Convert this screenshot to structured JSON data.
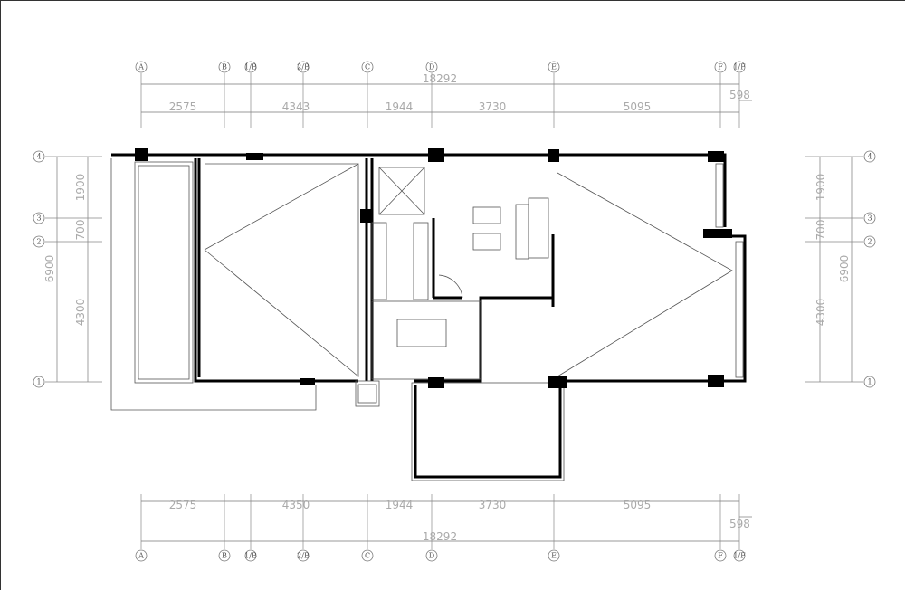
{
  "axes_top": [
    "A",
    "B",
    "1/B",
    "2/B",
    "C",
    "D",
    "E",
    "F",
    "1/F"
  ],
  "axes_side": [
    "4",
    "3",
    "2",
    "1"
  ],
  "dims_top": {
    "total": "18292",
    "segments": [
      "2575",
      "4343",
      "1944",
      "3730",
      "5095"
    ],
    "extra": "598"
  },
  "dims_bottom": {
    "total": "18292",
    "segments": [
      "2575",
      "4350",
      "1944",
      "3730",
      "5095"
    ],
    "extra": "598"
  },
  "dims_left": {
    "total": "6900",
    "segments": [
      "1900",
      "700",
      "4300"
    ]
  },
  "dims_right": {
    "total": "6900",
    "segments": [
      "1900",
      "700",
      "4300"
    ]
  }
}
